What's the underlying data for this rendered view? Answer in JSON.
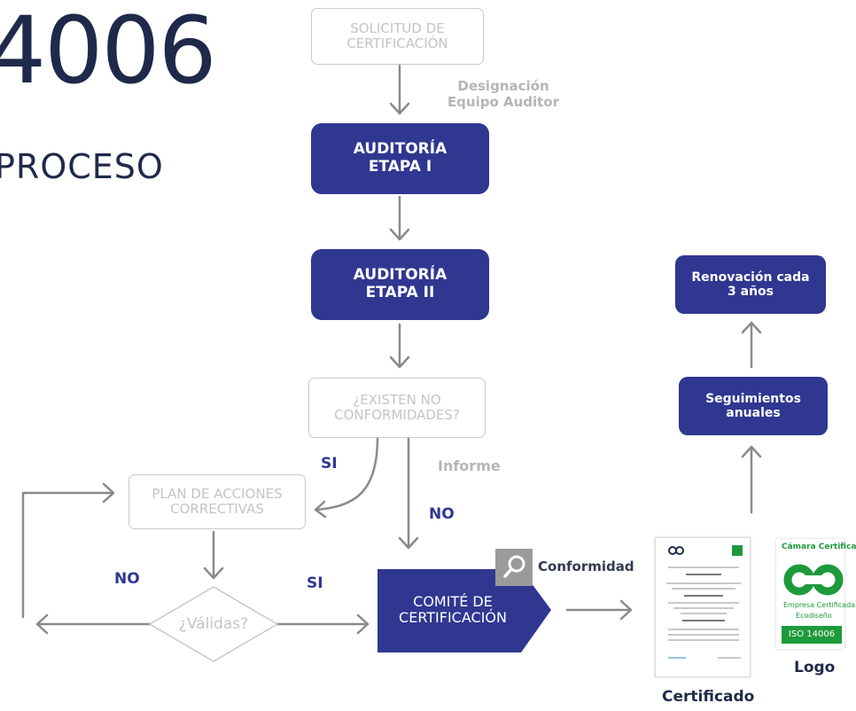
{
  "title": {
    "number": "4006",
    "subtitle": "PROCESO"
  },
  "steps": {
    "solicitud": "SOLICITUD DE\nCERTIFICACIÓN",
    "designacion": "Designación\nEquipo Auditor",
    "etapa1": "AUDITORÍA\nETAPA I",
    "etapa2": "AUDITORÍA\nETAPA II",
    "existen": "¿EXISTEN NO\nCONFORMIDADES?",
    "plan": "PLAN DE ACCIONES\nCORRECTIVAS",
    "validas": "¿Válidas?",
    "comite": "COMITÉ DE\nCERTIFICACIÓN",
    "seguimientos": "Seguimientos\nanuales",
    "renovacion": "Renovación cada\n3 años"
  },
  "labels": {
    "si_left": "SI",
    "informe": "Informe",
    "no_right": "NO",
    "no_left": "NO",
    "si_right": "SI",
    "conformidad": "Conformidad",
    "certificado": "Certificado",
    "logo": "Logo"
  },
  "logo_card": {
    "header": "Cámara Certifica",
    "line1": "Empresa Certificada",
    "line2": "Ecodiseño",
    "standard": "ISO 14006"
  },
  "icons": {
    "search": "search-icon",
    "arrow": "arrow-icon"
  },
  "colors": {
    "primary": "#2f3791",
    "gray_text": "#c4c4c4",
    "logo_green": "#1e9a3c"
  }
}
